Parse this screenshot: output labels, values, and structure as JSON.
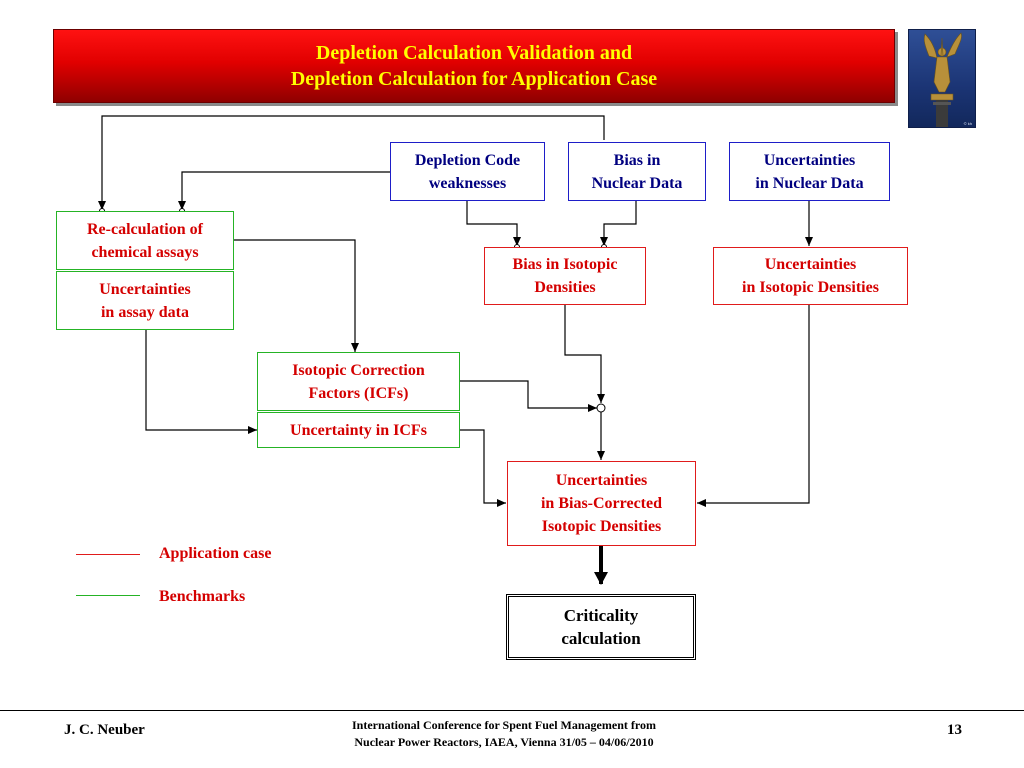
{
  "title": {
    "line1": "Depletion Calculation Validation and",
    "line2": "Depletion Calculation for Application Case"
  },
  "logo": {
    "caption": "© kh"
  },
  "nodes": {
    "depletion_code_weaknesses": {
      "line1": "Depletion Code",
      "line2": "weaknesses"
    },
    "bias_in_nuclear_data": {
      "line1": "Bias in",
      "line2": "Nuclear Data"
    },
    "uncertainties_in_nuclear_data": {
      "line1": "Uncertainties",
      "line2": "in Nuclear Data"
    },
    "recalculation_chemical_assays": {
      "line1": "Re-calculation of",
      "line2": "chemical assays"
    },
    "uncertainties_in_assay_data": {
      "line1": "Uncertainties",
      "line2": "in assay data"
    },
    "bias_in_isotopic_densities": {
      "line1": "Bias in Isotopic",
      "line2": "Densities"
    },
    "uncertainties_in_isotopic_densities": {
      "line1": "Uncertainties",
      "line2": "in Isotopic Densities"
    },
    "isotopic_correction_factors": {
      "line1": "Isotopic Correction",
      "line2": "Factors (ICFs)"
    },
    "uncertainty_in_icfs": {
      "line1": "Uncertainty in ICFs"
    },
    "uncertainties_bias_corrected": {
      "line1": "Uncertainties",
      "line2": "in Bias-Corrected",
      "line3": "Isotopic Densities"
    },
    "criticality_calculation": {
      "line1": "Criticality",
      "line2": "calculation"
    }
  },
  "legend": [
    {
      "label": "Application case",
      "color": "#e01b1b"
    },
    {
      "label": "Benchmarks",
      "color": "#25b325"
    }
  ],
  "colors": {
    "title_text": "#ffff00",
    "blue_box": "#1e1ec8",
    "red_box": "#e01b1b",
    "green_box": "#25b325",
    "node_text_red": "#d40000",
    "node_text_blue": "#000080"
  },
  "footer": {
    "author": "J. C. Neuber",
    "conference_line1": "International Conference for Spent Fuel Management from",
    "conference_line2": "Nuclear Power Reactors, IAEA, Vienna 31/05 – 04/06/2010",
    "page": "13"
  }
}
